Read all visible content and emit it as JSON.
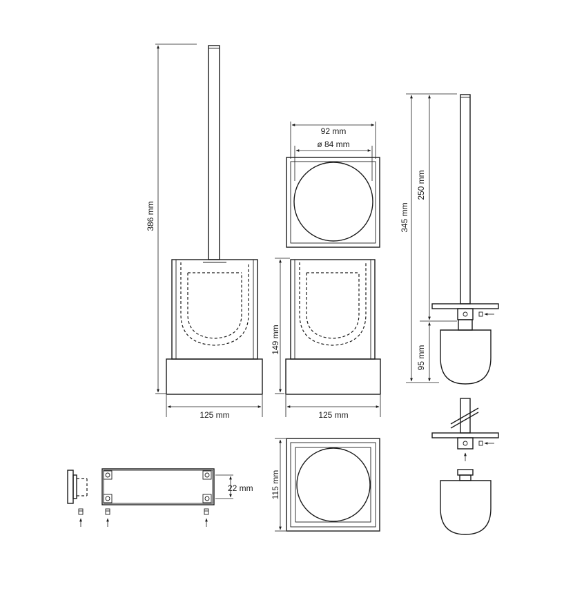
{
  "dimensions": {
    "total_height": "386 mm",
    "base_width_front": "125 mm",
    "base_width_side": "125 mm",
    "top_outer_width": "92 mm",
    "inner_diameter": "ø 84 mm",
    "cup_height": "149 mm",
    "bottom_depth": "115 mm",
    "brush_total": "345 mm",
    "handle_length": "250 mm",
    "brush_head": "95 mm",
    "mount_spacing": "22 mm"
  }
}
